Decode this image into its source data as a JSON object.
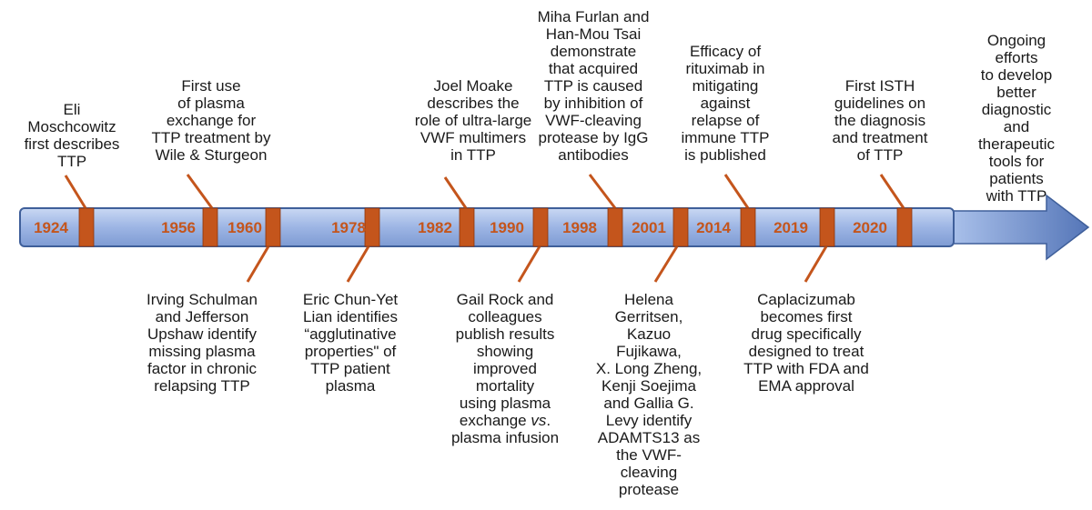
{
  "colors": {
    "bar_fill": "#9db5e4",
    "bar_stroke": "#3f5f9a",
    "marker": "#c4551c",
    "year_text": "#c4551c",
    "event_text": "#1a1a1a"
  },
  "years": [
    "1924",
    "1956",
    "1960",
    "1978",
    "1982",
    "1990",
    "1998",
    "2001",
    "2014",
    "2019",
    "2020"
  ],
  "events_above": [
    {
      "id": "eli-moschcowitz",
      "text": "Eli\nMoschcowitz\nfirst describes\nTTP"
    },
    {
      "id": "first-plasma-exchange",
      "text": "First use\nof plasma\nexchange for\nTTP treatment by\nWile & Sturgeon"
    },
    {
      "id": "joel-moake",
      "text": "Joel Moake\ndescribes the\nrole of ultra-large\nVWF multimers\nin TTP"
    },
    {
      "id": "furlan-tsai",
      "text": "Miha Furlan and\nHan-Mou Tsai\ndemonstrate\nthat acquired\nTTP is caused\nby inhibition of\nVWF-cleaving\nprotease by IgG\nantibodies"
    },
    {
      "id": "rituximab",
      "text": "Efficacy of\nrituximab in\nmitigating\nagainst\nrelapse of\nimmune TTP\nis published"
    },
    {
      "id": "isth-guidelines",
      "text": "First ISTH\nguidelines on\nthe diagnosis\nand treatment\nof TTP"
    },
    {
      "id": "ongoing-efforts",
      "text": "Ongoing efforts\nto develop\nbetter diagnostic\nand therapeutic\ntools for patients\nwith TTP"
    }
  ],
  "events_below": [
    {
      "id": "schulman-upshaw",
      "text": "Irving Schulman\nand Jefferson\nUpshaw identify\nmissing plasma\nfactor in chronic\nrelapsing TTP"
    },
    {
      "id": "eric-lian",
      "text": "Eric Chun-Yet\nLian identifies\n“agglutinative\nproperties\" of\nTTP patient\nplasma"
    },
    {
      "id": "gail-rock",
      "text_before": "Gail Rock and\ncolleagues\npublish results\nshowing\nimproved\nmortality\nusing plasma\nexchange ",
      "text_italic": "vs",
      "text_after": ".\nplasma infusion"
    },
    {
      "id": "adamts13",
      "text": "Helena\nGerritsen,\nKazuo\nFujikawa,\nX. Long Zheng,\nKenji Soejima\nand Gallia G.\nLevy identify\nADAMTS13 as\nthe VWF-\ncleaving\nprotease"
    },
    {
      "id": "caplacizumab",
      "text": "Caplacizumab\nbecomes first\ndrug specifically\ndesigned to treat\nTTP with FDA and\nEMA approval"
    }
  ]
}
